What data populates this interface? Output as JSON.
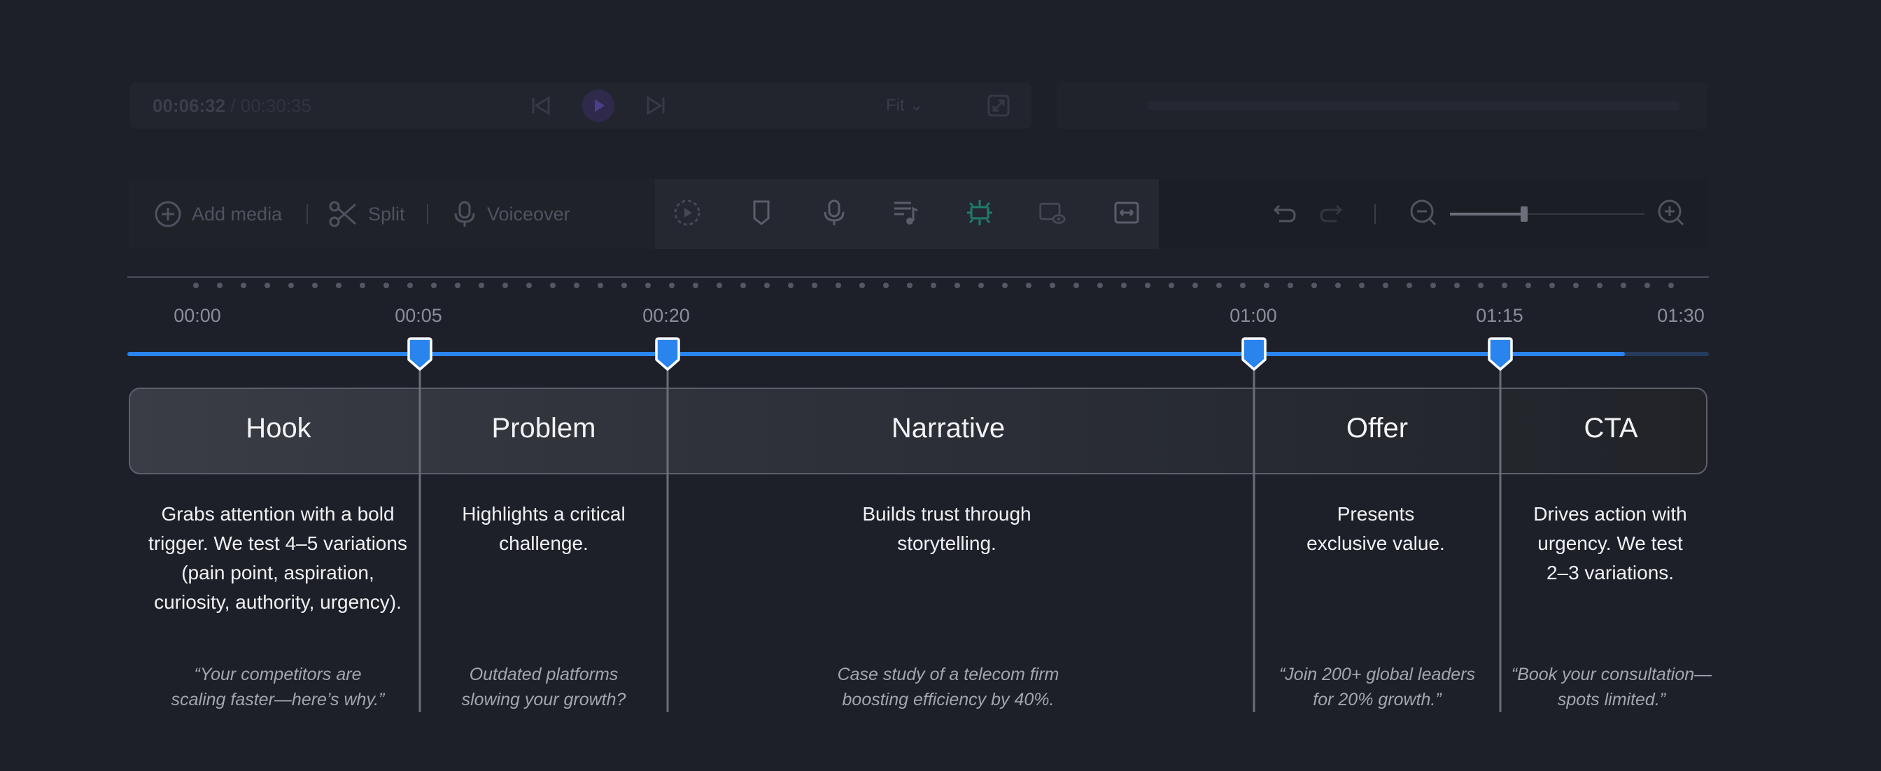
{
  "player": {
    "current_time": "00:06:32",
    "total_time": "/ 00:30:35",
    "fit_label": "Fit"
  },
  "toolbar": {
    "add_media_label": "Add media",
    "split_label": "Split",
    "voiceover_label": "Voiceover",
    "zoom_level_percent": 38
  },
  "ruler": {
    "ticks": [
      "00:00",
      "00:05",
      "00:20",
      "01:00",
      "01:15",
      "01:30"
    ]
  },
  "timeline": {
    "progress_percent": 100,
    "accent_color": "#2a84ee"
  },
  "segments": [
    {
      "title": "Hook",
      "description": [
        "Grabs attention with a bold",
        "trigger. We test 4–5 variations",
        "(pain point, aspiration,",
        "curiosity, authority, urgency)."
      ],
      "quote": [
        "“Your competitors are",
        "scaling faster—here’s why.”"
      ]
    },
    {
      "title": "Problem",
      "description": [
        "Highlights a critical",
        "challenge."
      ],
      "quote": [
        "Outdated platforms",
        "slowing your growth?"
      ]
    },
    {
      "title": "Narrative",
      "description": [
        "Builds trust through",
        "storytelling."
      ],
      "quote": [
        "Case study of a telecom firm",
        "boosting efficiency by 40%."
      ]
    },
    {
      "title": "Offer",
      "description": [
        "Presents",
        "exclusive value."
      ],
      "quote": [
        "“Join 200+ global leaders",
        "for 20% growth.”"
      ]
    },
    {
      "title": "CTA",
      "description": [
        "Drives action with",
        "urgency. We test",
        "2–3 variations."
      ],
      "quote": [
        "“Book your consultation—",
        "spots limited.”"
      ]
    }
  ]
}
